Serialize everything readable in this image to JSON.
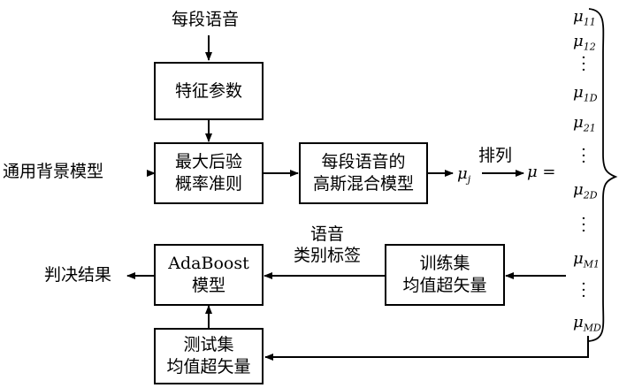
{
  "inputs": {
    "per_segment_speech": "每段语音",
    "ubm": "通用背景模型"
  },
  "boxes": {
    "feature_params": "特征参数",
    "map_line1": "最大后验",
    "map_line2": "概率准则",
    "gmm_line1": "每段语音的",
    "gmm_line2": "高斯混合模型",
    "adaboost_line1": "AdaBoost",
    "adaboost_line2": "模型",
    "train_line1": "训练集",
    "train_line2": "均值超矢量",
    "test_line1": "测试集",
    "test_line2": "均值超矢量"
  },
  "labels": {
    "mu_j": "μ",
    "mu_j_sub": "j",
    "arrange": "排列",
    "mu_eq": "μ =",
    "speech_class_line1": "语音",
    "speech_class_line2": "类别标签",
    "result": "判决结果"
  },
  "vector": [
    {
      "base": "μ",
      "sub": "11"
    },
    {
      "base": "μ",
      "sub": "12"
    },
    {
      "base": "μ",
      "sub": "1D"
    },
    {
      "base": "μ",
      "sub": "21"
    },
    {
      "base": "μ",
      "sub": "2D"
    },
    {
      "base": "μ",
      "sub": "M1"
    },
    {
      "base": "μ",
      "sub": "MD"
    }
  ]
}
